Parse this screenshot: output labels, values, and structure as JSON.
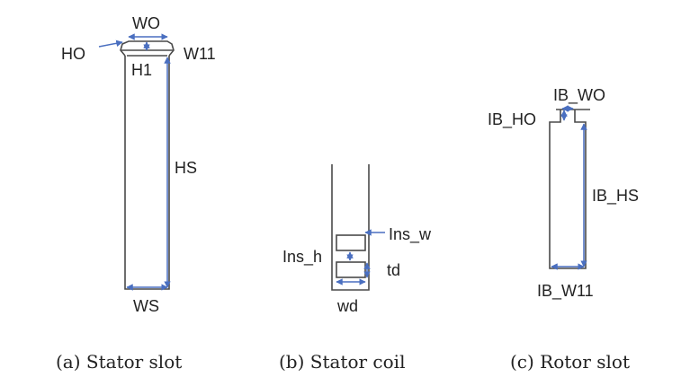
{
  "panels": {
    "stator_slot": {
      "labels": {
        "wo": "WO",
        "ho": "HO",
        "w11": "W11",
        "h1": "H1",
        "hs": "HS",
        "ws": "WS"
      },
      "caption": "(a) Stator slot"
    },
    "stator_coil": {
      "labels": {
        "ins_w": "Ins_w",
        "ins_h": "Ins_h",
        "td": "td",
        "wd": "wd"
      },
      "caption": "(b) Stator coil"
    },
    "rotor_slot": {
      "labels": {
        "ib_wo": "IB_WO",
        "ib_ho": "IB_HO",
        "ib_hs": "IB_HS",
        "ib_w11": "IB_W11"
      },
      "caption": "(c) Rotor slot"
    }
  },
  "colors": {
    "outline": "#4a4a4a",
    "dimension": "#4a6fc0",
    "text": "#222222"
  }
}
